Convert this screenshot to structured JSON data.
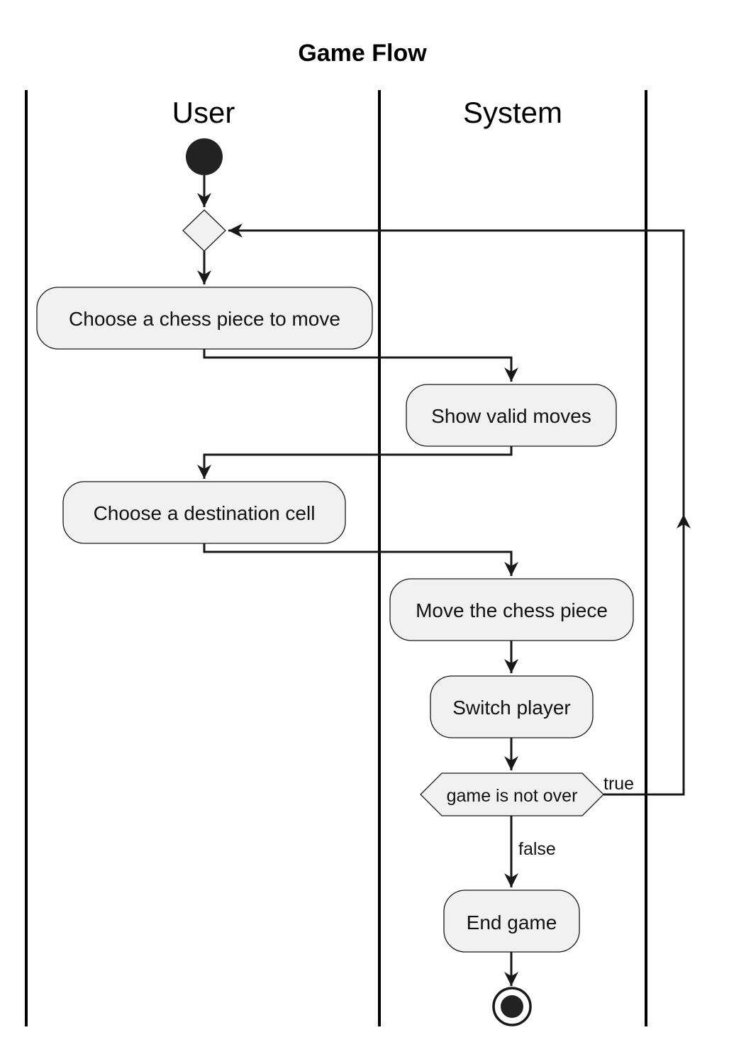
{
  "title": "Game Flow",
  "lanes": [
    {
      "id": "user",
      "label": "User"
    },
    {
      "id": "system",
      "label": "System"
    }
  ],
  "activities": {
    "choose_piece": "Choose a chess piece to move",
    "show_moves": "Show valid moves",
    "choose_destination": "Choose a destination cell",
    "move_piece": "Move the chess piece",
    "switch_player": "Switch player",
    "end_game": "End game"
  },
  "decision": {
    "condition": "game is not over",
    "true_label": "true",
    "false_label": "false"
  },
  "colors": {
    "node_fill": "#f1f1f1",
    "stroke": "#181818",
    "start_node": "#222222"
  }
}
